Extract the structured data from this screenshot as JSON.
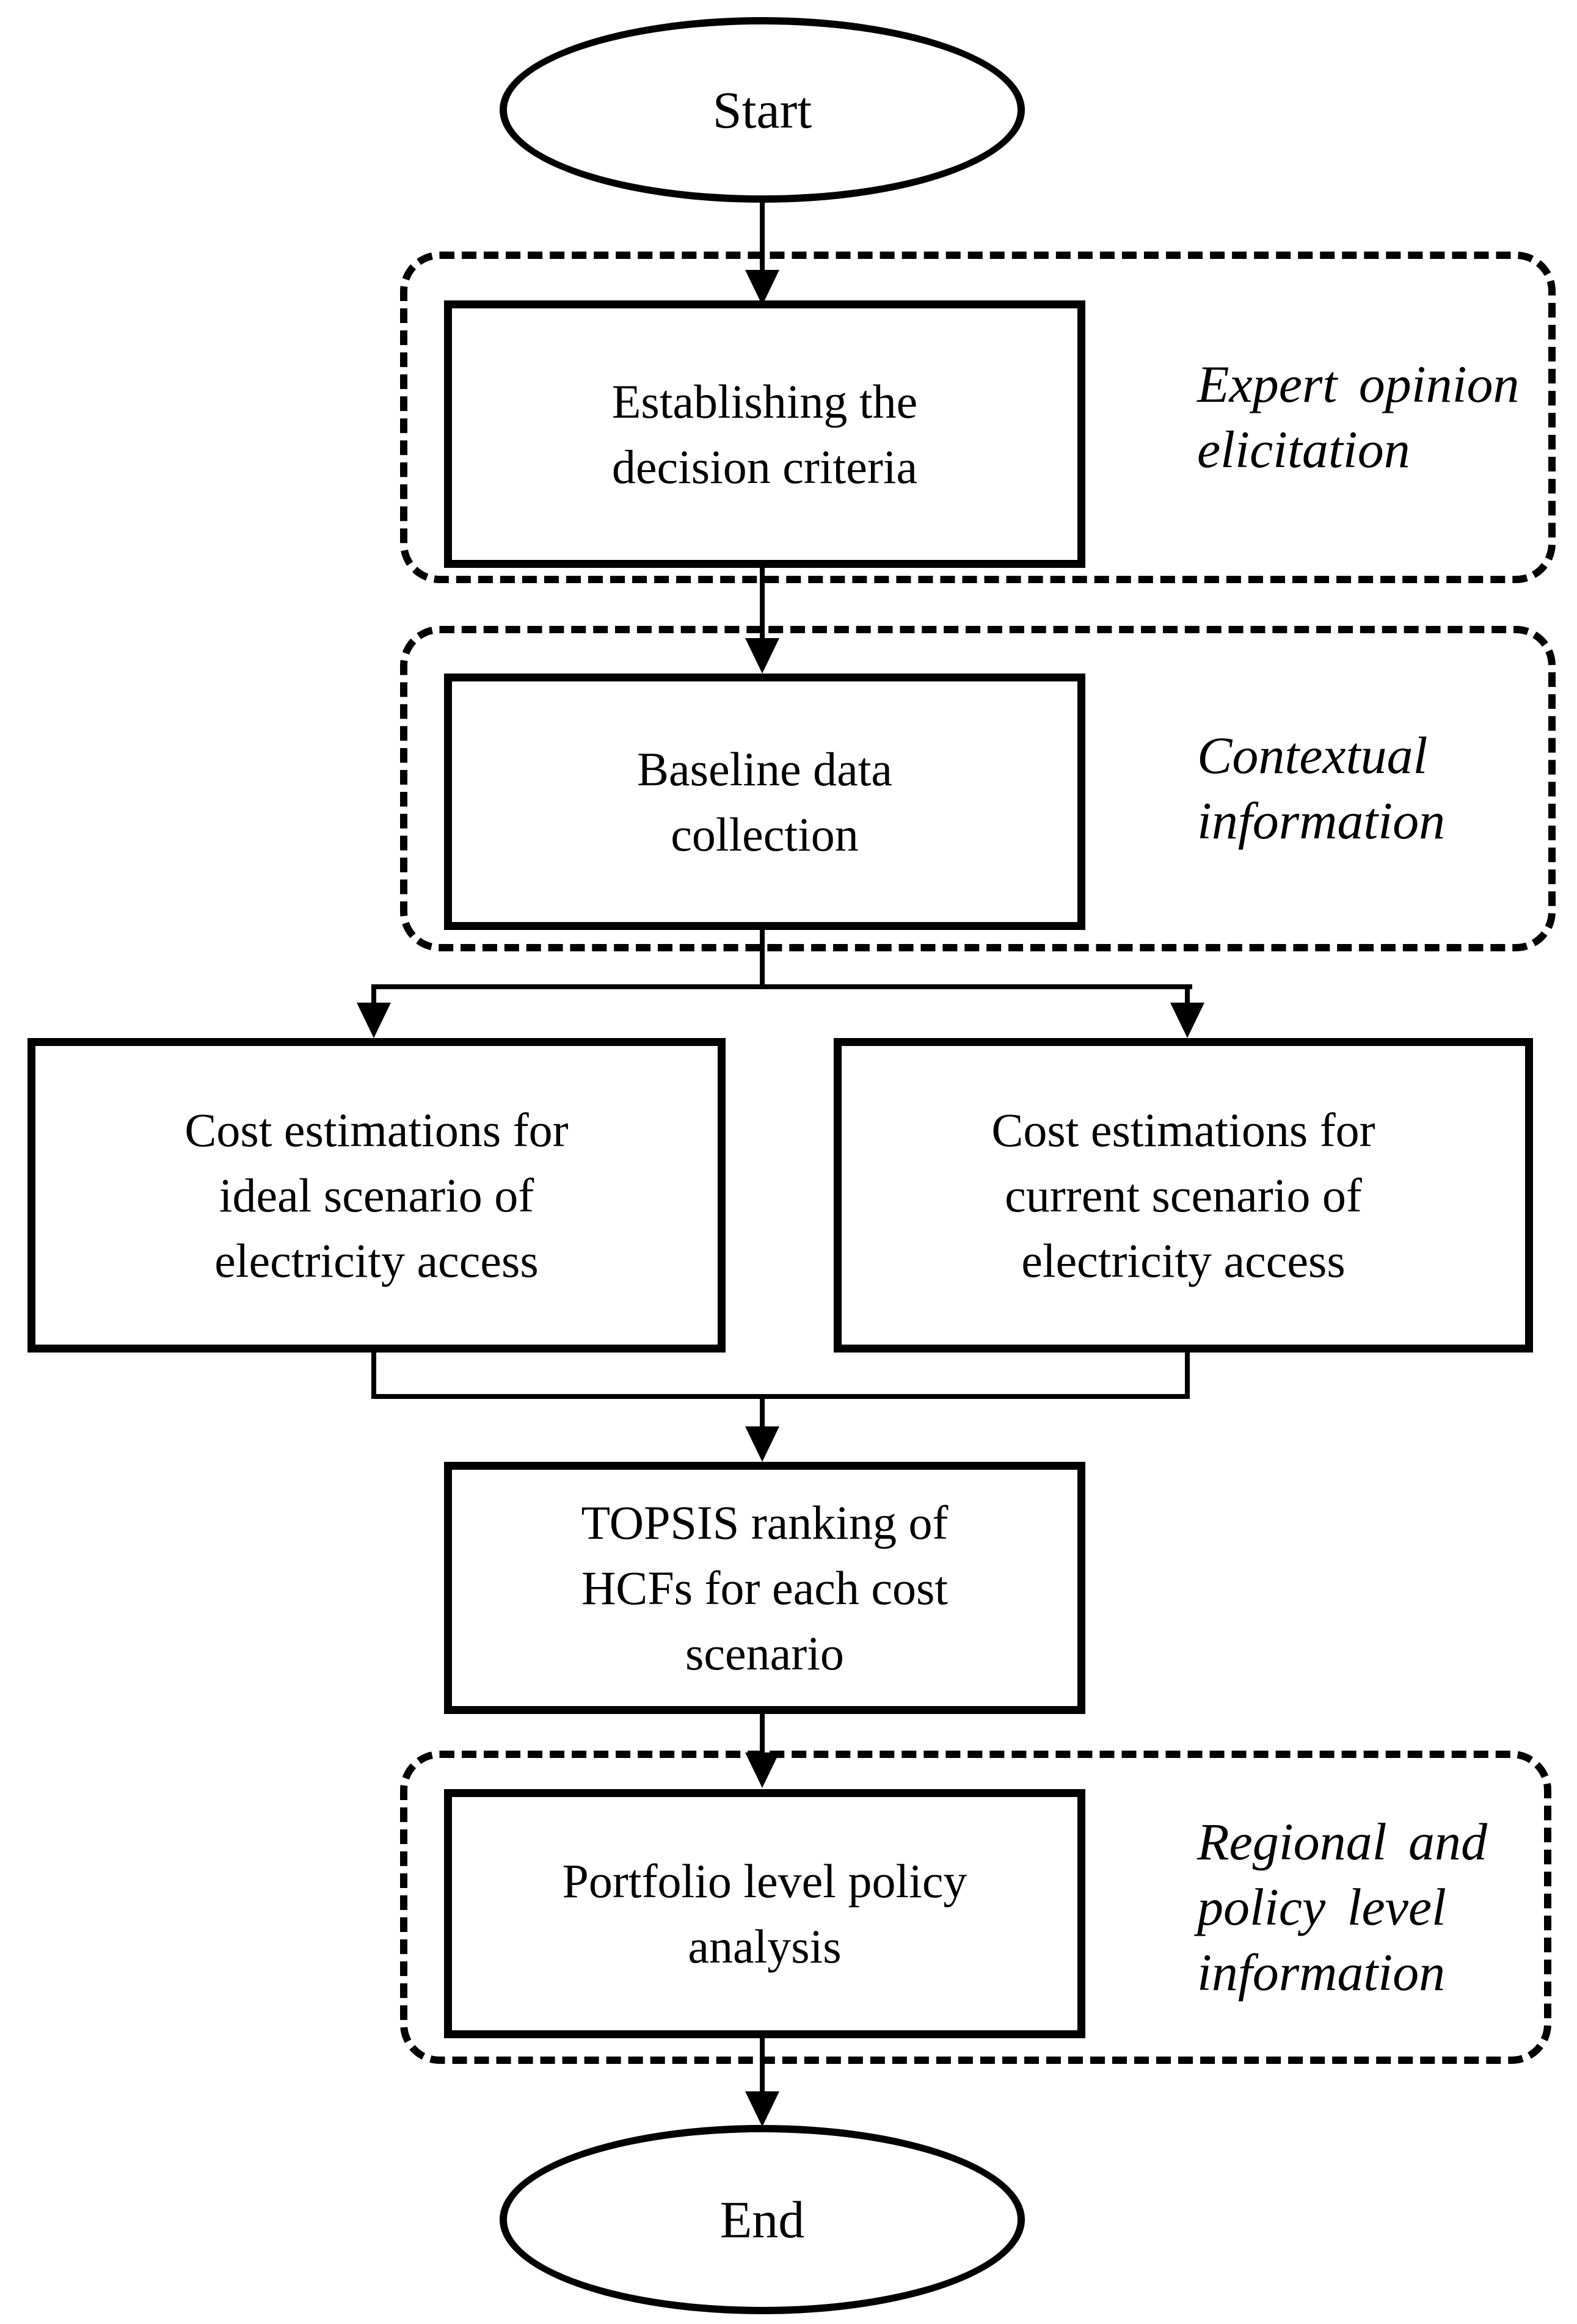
{
  "colors": {
    "ink": "#000000",
    "paper": "#ffffff"
  },
  "flowchart": {
    "start": {
      "label": "Start"
    },
    "establish_criteria": {
      "lines": [
        "Establishing the",
        "decision criteria"
      ]
    },
    "expert_annotation": {
      "lines": [
        "Expert opinion",
        "elicitation"
      ]
    },
    "baseline_collection": {
      "lines": [
        "Baseline data",
        "collection"
      ]
    },
    "contextual_annotation": {
      "lines": [
        "Contextual",
        "information"
      ]
    },
    "ideal_cost": {
      "lines": [
        "Cost estimations for",
        "ideal scenario of",
        "electricity access"
      ]
    },
    "current_cost": {
      "lines": [
        "Cost estimations for",
        "current scenario of",
        "electricity access"
      ]
    },
    "topsis_ranking": {
      "lines": [
        "TOPSIS ranking of",
        "HCFs for each cost",
        "scenario"
      ]
    },
    "portfolio_analysis": {
      "lines": [
        "Portfolio level policy",
        "analysis"
      ]
    },
    "regional_annotation": {
      "lines": [
        "Regional and",
        "policy level",
        "information"
      ]
    },
    "end": {
      "label": "End"
    }
  }
}
